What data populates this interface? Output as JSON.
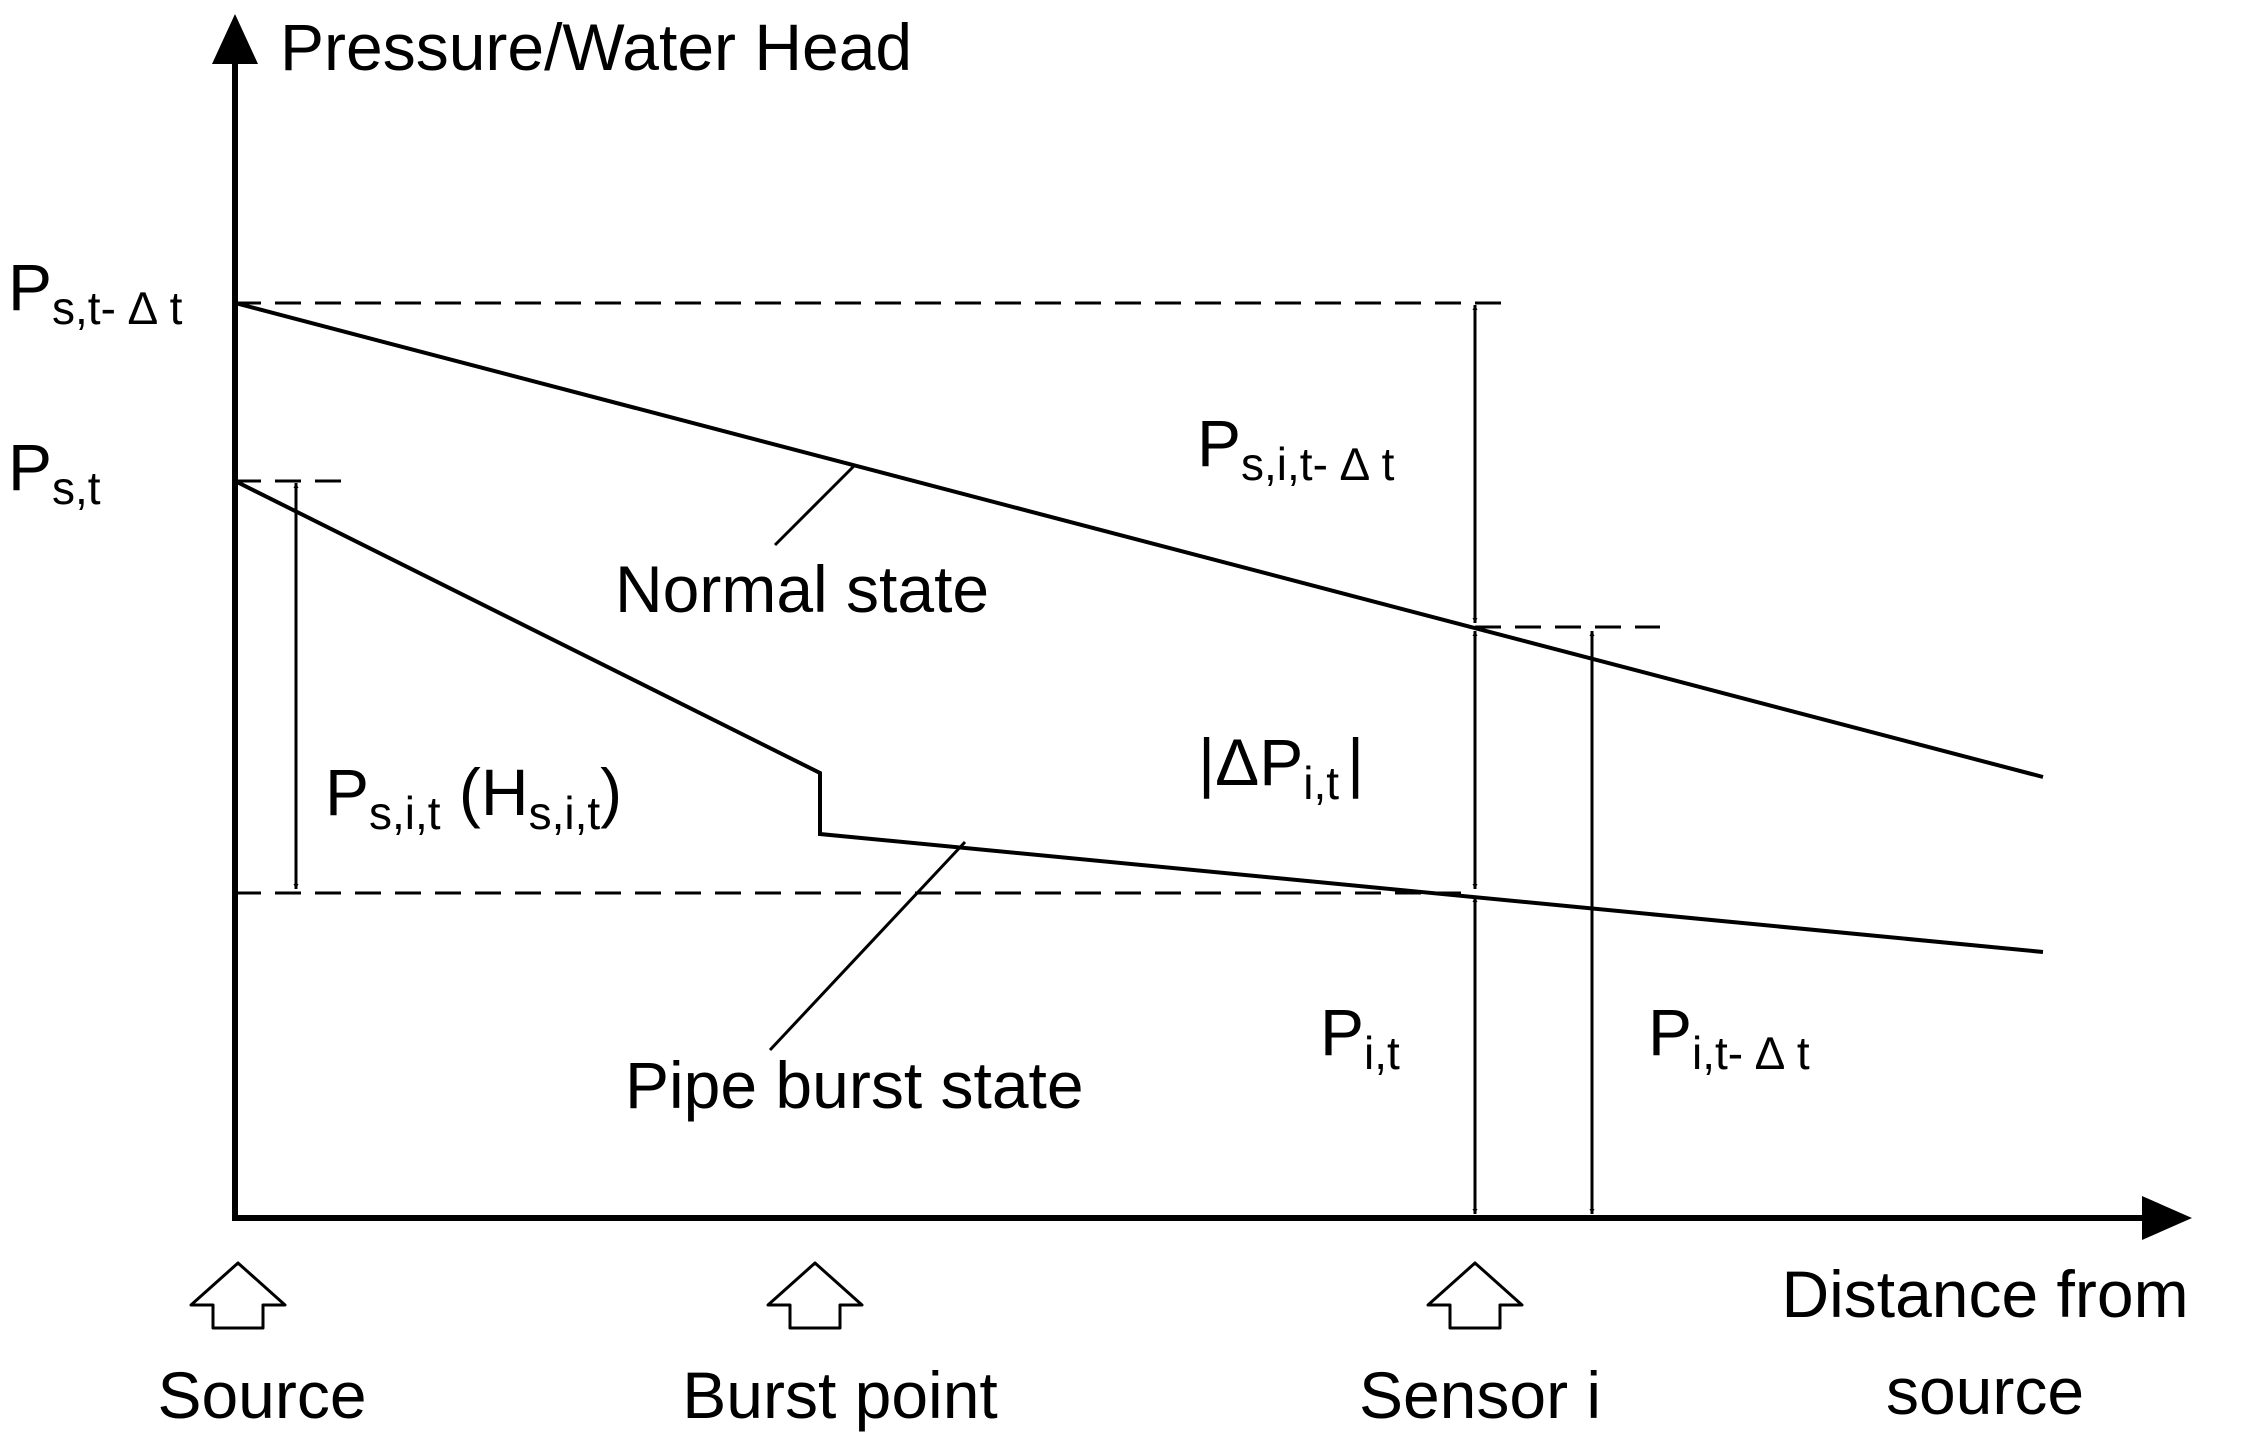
{
  "axes": {
    "y_label": "Pressure/Water Head",
    "x_label_line1": "Distance from",
    "x_label_line2": "source"
  },
  "y_ticks": {
    "p_prev": {
      "main": "P",
      "sub": "s,t- ∆ t"
    },
    "p_now": {
      "main": "P",
      "sub": "s,t"
    }
  },
  "lines": {
    "normal": "Normal state",
    "burst": "Pipe burst state"
  },
  "quantities": {
    "ps_i_prev": {
      "main": "P",
      "sub": "s,i,t- ∆ t"
    },
    "delta_p": {
      "pre": "|ΔP",
      "sub": "i,t",
      "post": "|"
    },
    "ps_i_now": {
      "main": "P",
      "sub": "s,i,t",
      "mid": " (H",
      "sub2": "s,i,t",
      "post": ")"
    },
    "p_i_now": {
      "main": "P",
      "sub": "i,t"
    },
    "p_i_prev": {
      "main": "P",
      "sub": "i,t- ∆ t"
    }
  },
  "markers": {
    "source": "Source",
    "burst": "Burst point",
    "sensor": "Sensor i"
  }
}
